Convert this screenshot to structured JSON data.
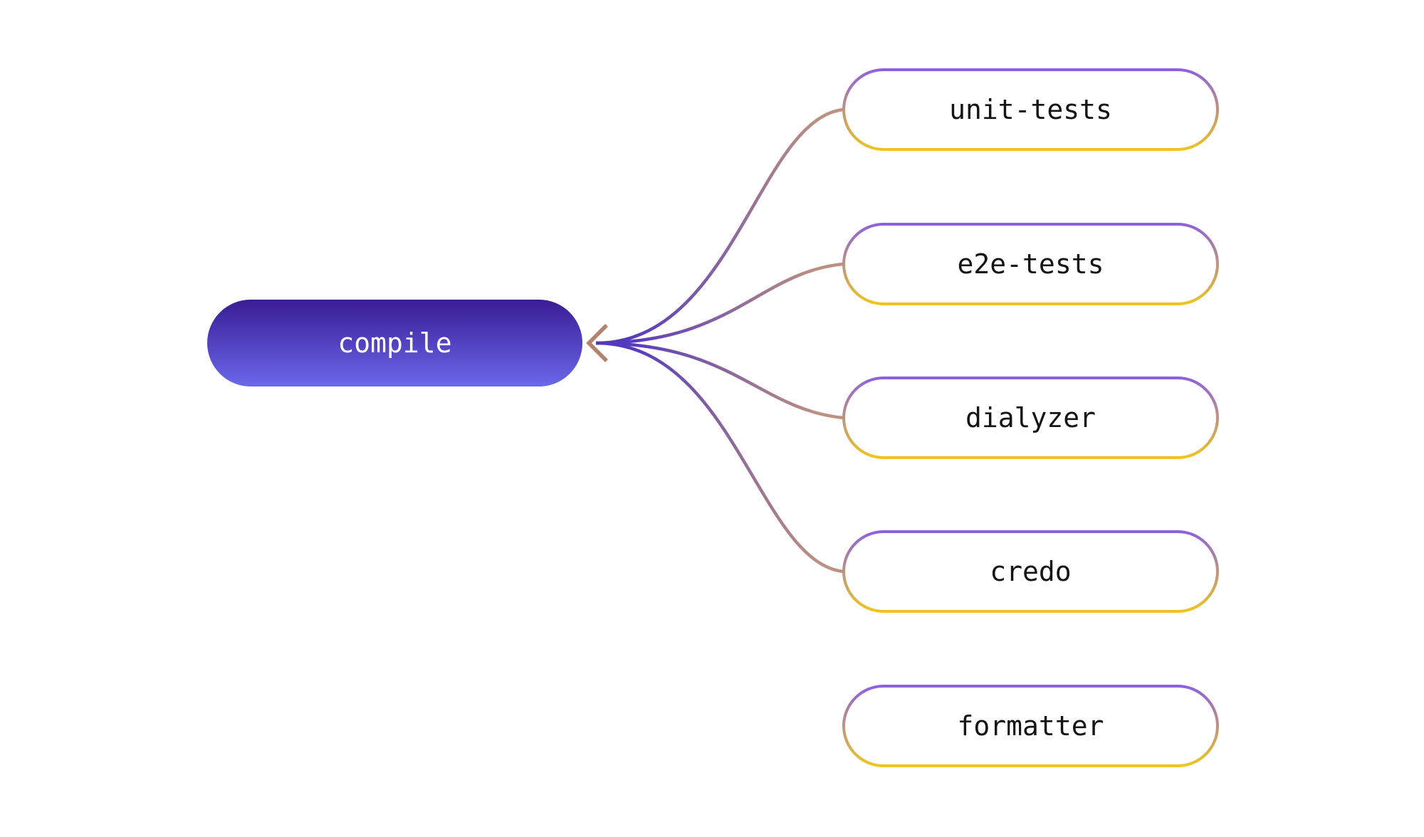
{
  "diagram": {
    "type": "flowchart",
    "direction": "right-to-left",
    "root_node": {
      "id": "compile",
      "label": "compile"
    },
    "task_nodes": [
      {
        "id": "unit-tests",
        "label": "unit-tests"
      },
      {
        "id": "e2e-tests",
        "label": "e2e-tests"
      },
      {
        "id": "dialyzer",
        "label": "dialyzer"
      },
      {
        "id": "credo",
        "label": "credo"
      },
      {
        "id": "formatter",
        "label": "formatter"
      }
    ],
    "edges": [
      {
        "from": "unit-tests",
        "to": "compile"
      },
      {
        "from": "e2e-tests",
        "to": "compile"
      },
      {
        "from": "dialyzer",
        "to": "compile"
      },
      {
        "from": "credo",
        "to": "compile"
      }
    ],
    "colors": {
      "background": "#ffffff",
      "root_fill_top": "#3a1c95",
      "root_fill_bottom": "#6a68ea",
      "root_text": "#ffffff",
      "task_fill": "#ffffff",
      "task_text": "#141414",
      "task_border_top": "#8d5fe0",
      "task_border_bottom": "#eec71e",
      "edge_target_end": "#5439be",
      "edge_source_end": "#bd9181",
      "arrowhead": "#b2836e"
    }
  }
}
